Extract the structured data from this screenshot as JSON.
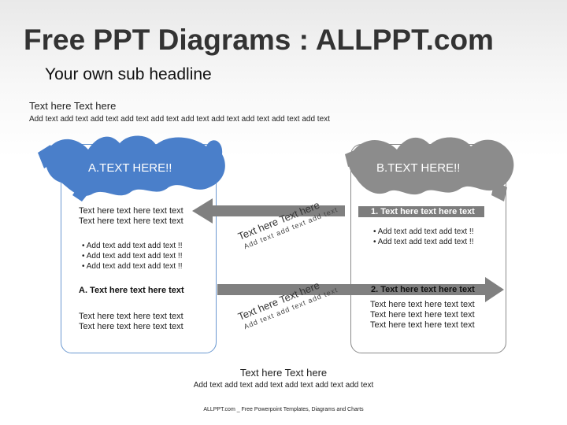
{
  "header": {
    "title": "Free PPT Diagrams : ALLPPT.com",
    "subhead": "Your own sub headline"
  },
  "intro": {
    "title": "Text here Text here",
    "body": "Add text add text add text add text add text add text add text add text add text add text"
  },
  "panel_a": {
    "label": "A.TEXT HERE!!",
    "text": [
      "Text here text here text text",
      "Text here text here text text"
    ],
    "bullets": [
      "• Add text add text add text !!",
      "• Add text add text add text !!",
      "• Add text add text add text !!"
    ],
    "subhead": "A. Text here text here text",
    "bottom_text": [
      "Text here text here text text",
      "Text here text here text text"
    ],
    "color": "#4a7fca"
  },
  "panel_b": {
    "label": "B.TEXT HERE!!",
    "item1": "1. Text here text here text",
    "item1_bullets": [
      "• Add text add text add text !!",
      "• Add text add text add text !!"
    ],
    "item2": "2. Text here text here text",
    "item2_text": [
      "Text here text here text text",
      "Text here text here text text",
      "Text here text here text text"
    ],
    "color": "#8c8c8c"
  },
  "arrows": {
    "top_text": "Text here Text here",
    "top_small": "Add text add text add text",
    "bottom_text": "Text here Text here",
    "bottom_small": "Add text add text add text"
  },
  "outro": {
    "title": "Text here Text here",
    "body": "Add text add text add text add text add text add text"
  },
  "footer": "ALLPPT.com _ Free Powerpoint Templates, Diagrams and Charts"
}
